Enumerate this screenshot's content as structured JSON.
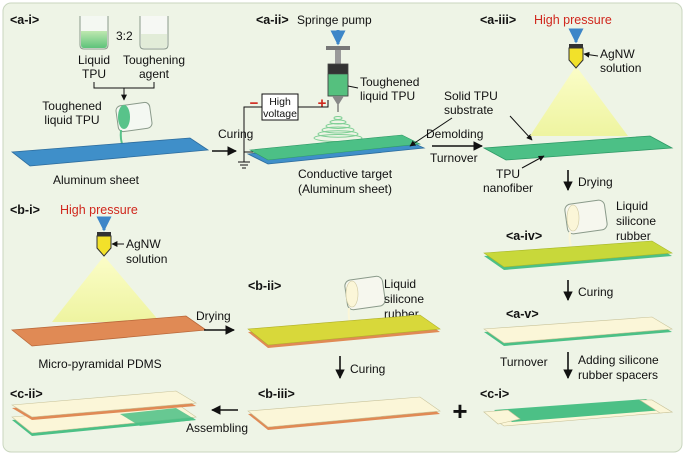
{
  "panels": {
    "a_i": {
      "step": "<a-i>",
      "ratio": "3:2",
      "liquid_tpu": [
        "Liquid",
        "TPU"
      ],
      "toughening_agent": [
        "Toughening",
        "agent"
      ],
      "toughened_liquid_tpu": [
        "Toughened",
        "liquid TPU"
      ],
      "aluminum_sheet": "Aluminum sheet"
    },
    "arrow_curing": "Curing",
    "a_ii": {
      "step": "<a-ii>",
      "pump": "Springe pump",
      "toughened_liquid_tpu": [
        "Toughened",
        "liquid TPU"
      ],
      "high_voltage": [
        "High",
        "voltage"
      ],
      "minus": "−",
      "plus": "+",
      "target": [
        "Conductive target",
        "(Aluminum sheet)"
      ],
      "solid_tpu": [
        "Solid TPU",
        "substrate"
      ]
    },
    "arrow_demolding": "Demolding",
    "arrow_turnover": "Turnover",
    "a_iii": {
      "step": "<a-iii>",
      "pressure": "High pressure",
      "agnw": [
        "AgNW",
        "solution"
      ],
      "nanofiber": [
        "TPU",
        "nanofiber"
      ]
    },
    "arrow_drying": "Drying",
    "a_iv": {
      "step": "<a-iv>",
      "silicone": [
        "Liquid",
        "silicone",
        "rubber"
      ]
    },
    "arrow_curing_2": "Curing",
    "a_v": {
      "step": "<a-v>"
    },
    "arrow_turnover_2": "Turnover",
    "arrow_spacers": [
      "Adding silicone",
      "rubber spacers"
    ],
    "c_i": {
      "step": "<c-i>"
    },
    "b_i": {
      "step": "<b-i>",
      "pressure": "High pressure",
      "agnw": [
        "AgNW",
        "solution"
      ],
      "pdms": "Micro-pyramidal PDMS"
    },
    "arrow_drying_b": "Drying",
    "b_ii": {
      "step": "<b-ii>",
      "silicone": [
        "Liquid",
        "silicone",
        "rubber"
      ]
    },
    "arrow_curing_b": "Curing",
    "b_iii": {
      "step": "<b-iii>"
    },
    "plus_sign": "+",
    "arrow_assembling": "Assembling",
    "c_ii": {
      "step": "<c-ii>"
    }
  },
  "colors": {
    "background": "#eef4e6",
    "aluminum": "#3f8fc9",
    "tpu_green": "#4cc086",
    "pdms_orange": "#e08a55",
    "agnw_yellow": "#c8d83a",
    "silicone_cream": "#fbf6d8",
    "spray_cone": "#f1f6a8",
    "red": "#d0271d",
    "arrow_blue": "#3d86c8"
  },
  "icons": [
    "syringe-icon",
    "spray-nozzle-icon",
    "beaker-icon",
    "tilted-cup-icon",
    "ground-symbol-icon"
  ]
}
